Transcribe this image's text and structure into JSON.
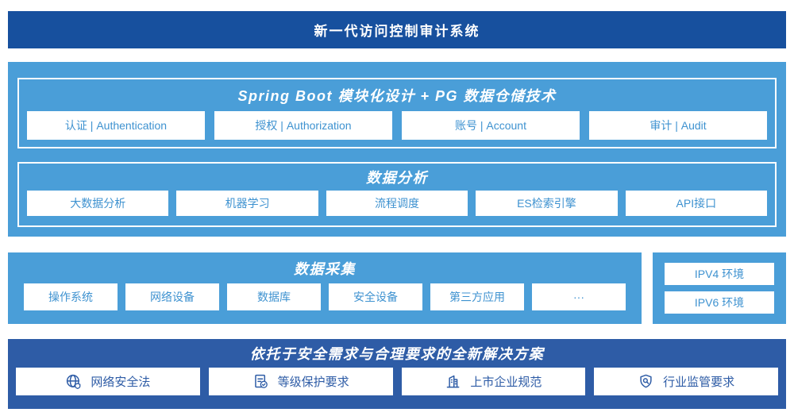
{
  "colors": {
    "banner_blue": "#17509E",
    "light_blue": "#4A9ED8",
    "solution_blue": "#2E5CA6",
    "chip_text_blue": "#3E92D0",
    "white": "#FFFFFF"
  },
  "banner": {
    "title": "新一代访问控制审计系统"
  },
  "platform": {
    "spring": {
      "title": "Spring Boot 模块化设计 + PG 数据仓储技术",
      "items": [
        "认证 | Authentication",
        "授权 | Authorization",
        "账号 | Account",
        "审计 | Audit"
      ]
    },
    "analysis": {
      "title": "数据分析",
      "items": [
        "大数据分析",
        "机器学习",
        "流程调度",
        "ES检索引擎",
        "API接口"
      ]
    }
  },
  "collection": {
    "title": "数据采集",
    "items": [
      "操作系统",
      "网络设备",
      "数据库",
      "安全设备",
      "第三方应用",
      "···"
    ]
  },
  "environments": {
    "items": [
      "IPV4 环境",
      "IPV6 环境"
    ]
  },
  "solution": {
    "title": "依托于安全需求与合理要求的全新解决方案",
    "items": [
      {
        "icon": "globe-shield-icon",
        "label": "网络安全法"
      },
      {
        "icon": "document-check-icon",
        "label": "等级保护要求"
      },
      {
        "icon": "building-icon",
        "label": "上市企业规范"
      },
      {
        "icon": "shield-search-icon",
        "label": "行业监管要求"
      }
    ]
  }
}
